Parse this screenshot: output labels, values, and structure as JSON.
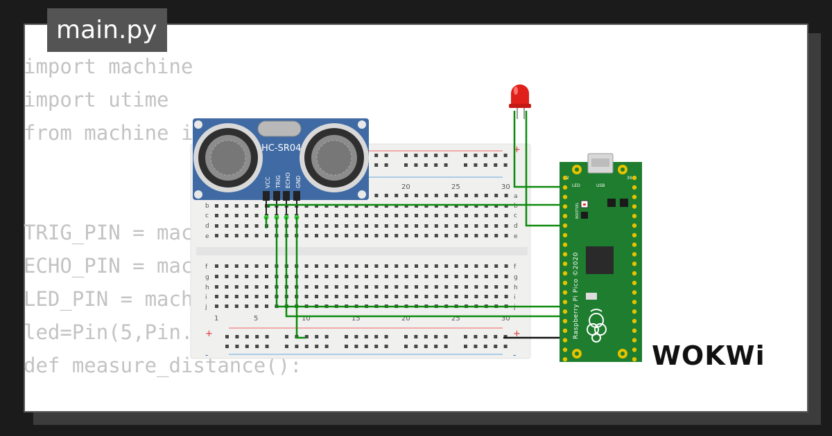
{
  "editor": {
    "filename": "main.py",
    "code_lines": [
      "import machine",
      "import utime",
      "from machine import Pin",
      "",
      "",
      "TRIG_PIN = machine.Pin(3, machine.Pin.OUT)",
      "ECHO_PIN = machine.Pin(2, machine.Pin.IN)",
      "LED_PIN = machine.Pin(5, machine.Pin.OUT)",
      "led=Pin(5,Pin.OUT)",
      "def measure_distance():"
    ]
  },
  "sensor": {
    "model": "HC-SR04",
    "pins": [
      "VCC",
      "TRIG",
      "ECHO",
      "GND"
    ]
  },
  "breadboard": {
    "rows_top": [
      "a",
      "b",
      "c",
      "d",
      "e"
    ],
    "rows_bottom": [
      "f",
      "g",
      "h",
      "i",
      "j"
    ],
    "col_numbers": [
      "1",
      "5",
      "10",
      "15",
      "20",
      "25",
      "30"
    ],
    "rail_plus": "+",
    "rail_minus": "-"
  },
  "pico": {
    "label": "Raspberry Pi Pico ©2020",
    "led_label": "LED",
    "usb_label": "USB",
    "bootsel_label": "BOOTSEL",
    "pin_labels": [
      "2",
      "39"
    ]
  },
  "colors": {
    "wire_green": "#0a8a0a",
    "wire_black": "#111111",
    "pico_board": "#1e7d2e",
    "sensor_board": "#3f6aa3",
    "led_red": "#e0201b"
  },
  "brand": {
    "logo": "WOKWi"
  }
}
